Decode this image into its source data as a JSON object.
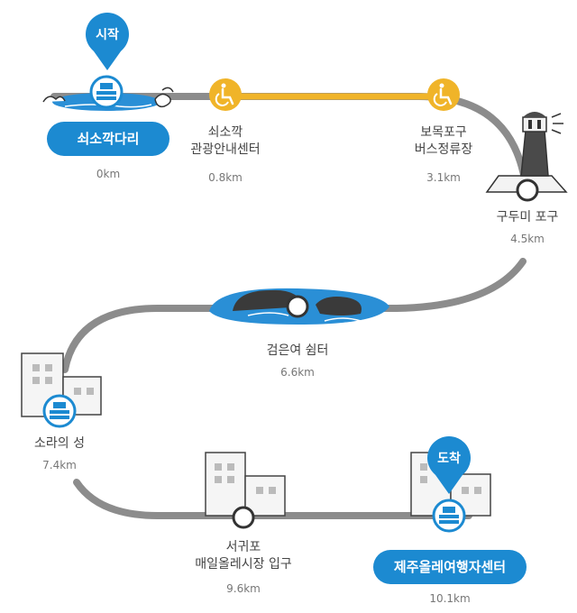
{
  "route": {
    "start_marker": "시작",
    "end_marker": "도착",
    "stops": [
      {
        "name": "쇠소깍다리",
        "distance": "0km"
      },
      {
        "name_line1": "쇠소깍",
        "name_line2": "관광안내센터",
        "distance": "0.8km"
      },
      {
        "name_line1": "보목포구",
        "name_line2": "버스정류장",
        "distance": "3.1km"
      },
      {
        "name": "구두미 포구",
        "distance": "4.5km"
      },
      {
        "name": "검은여 쉼터",
        "distance": "6.6km"
      },
      {
        "name": "소라의 성",
        "distance": "7.4km"
      },
      {
        "name_line1": "서귀포",
        "name_line2": "매일올레시장 입구",
        "distance": "9.6km"
      },
      {
        "name": "제주올레여행자센터",
        "distance": "10.1km"
      }
    ]
  },
  "colors": {
    "route_gray": "#8c8c8c",
    "accessible_segment": "#f0b429",
    "brand_blue": "#1c8ad1",
    "water_blue": "#2a8fd6"
  },
  "icons": [
    "map-pin-icon",
    "wheelchair-icon",
    "stamp-box-icon",
    "lighthouse-icon",
    "rock-icon",
    "building-icon"
  ]
}
